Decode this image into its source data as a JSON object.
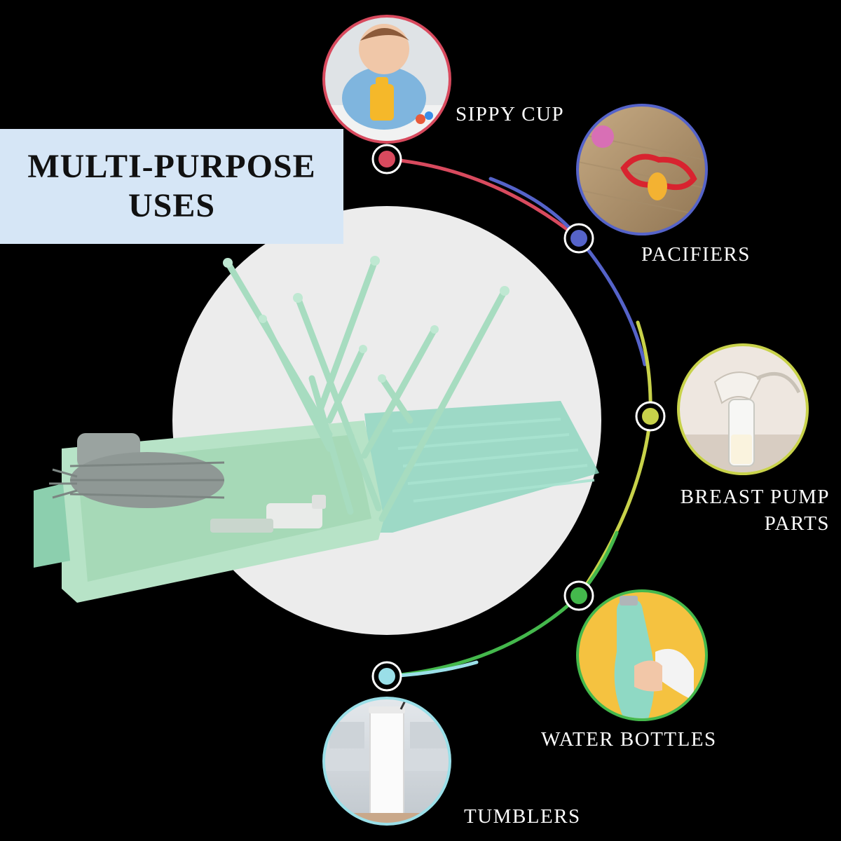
{
  "headline": {
    "line1": "MULTI-PURPOSE",
    "line2": "USES"
  },
  "colors": {
    "background": "#000000",
    "headline_box": "#d6e6f6",
    "sippy_cup": "#d84a5e",
    "pacifiers": "#5563c9",
    "breast_pump": "#c8d24a",
    "water_bottles": "#44b84c",
    "tumblers": "#9adfe8",
    "product": "#9fdcbf"
  },
  "uses": [
    {
      "label": "SIPPY CUP",
      "icon": "sippy-cup-photo"
    },
    {
      "label": "PACIFIERS",
      "icon": "pacifier-photo"
    },
    {
      "label_line1": "BREAST PUMP",
      "label_line2": "PARTS",
      "icon": "breast-pump-photo"
    },
    {
      "label": "WATER BOTTLES",
      "icon": "water-bottle-photo"
    },
    {
      "label": "TUMBLERS",
      "icon": "tumbler-photo"
    }
  ]
}
